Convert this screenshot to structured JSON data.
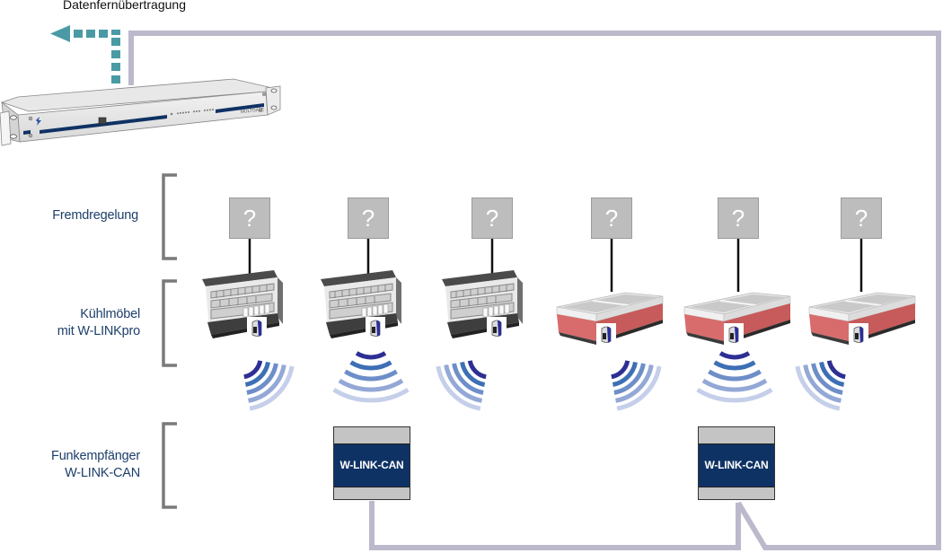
{
  "header": {
    "data_transfer_label": "Datenfernübertragung"
  },
  "gateway": {
    "brand_label": "MULTGATE"
  },
  "rows": [
    {
      "id": "fremdregelung",
      "label_lines": [
        "Fremdregelung"
      ]
    },
    {
      "id": "kuehlmoebel",
      "label_lines": [
        "Kühlmöbel",
        "mit W-LINKpro"
      ]
    },
    {
      "id": "funkempfaenger",
      "label_lines": [
        "Funkempfänger",
        "W-LINK-CAN"
      ]
    }
  ],
  "controllers": [
    {
      "symbol": "?"
    },
    {
      "symbol": "?"
    },
    {
      "symbol": "?"
    },
    {
      "symbol": "?"
    },
    {
      "symbol": "?"
    },
    {
      "symbol": "?"
    }
  ],
  "fixtures": [
    {
      "type": "shelf-cabinet"
    },
    {
      "type": "shelf-cabinet"
    },
    {
      "type": "shelf-cabinet"
    },
    {
      "type": "chest-freezer"
    },
    {
      "type": "chest-freezer"
    },
    {
      "type": "chest-freezer"
    }
  ],
  "receivers": [
    {
      "label": "W-LINK-CAN"
    },
    {
      "label": "W-LINK-CAN"
    }
  ],
  "colors": {
    "label_text": "#1d3f6a",
    "bus_line": "#bcb9cc",
    "data_arrow": "#4a9aa5",
    "receiver_fill": "#0f3264",
    "wave_1": "#2e2f94",
    "wave_2": "#3d6fb4",
    "wave_3": "#6d8ec8",
    "wave_4": "#93a8d6",
    "wave_5": "#c5cfea",
    "freezer_body": "#d86c6c"
  }
}
